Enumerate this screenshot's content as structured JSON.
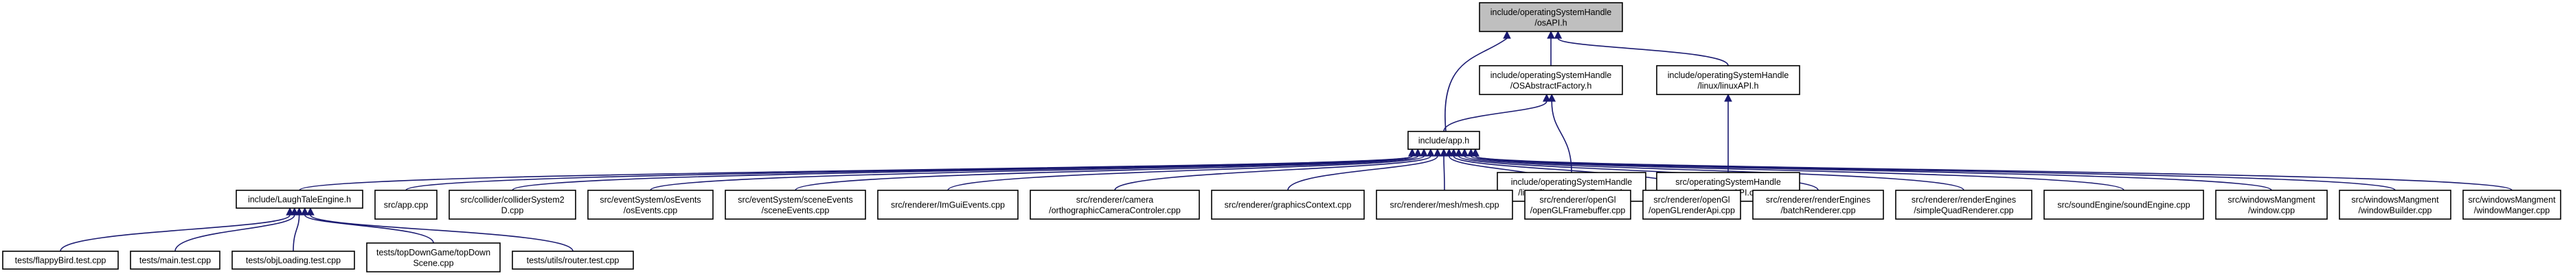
{
  "graph": {
    "edge_color": "#191970",
    "root_fill": "#bfbfbf",
    "node_fill": "#ffffff",
    "nodes": [
      {
        "id": "osapi",
        "lines": [
          "include/operatingSystemHandle",
          "/osAPI.h"
        ],
        "root": true
      },
      {
        "id": "osfactory",
        "lines": [
          "include/operatingSystemHandle",
          "/OSAbstractFactory.h"
        ]
      },
      {
        "id": "linuxapih",
        "lines": [
          "include/operatingSystemHandle",
          "/linux/linuxAPI.h"
        ]
      },
      {
        "id": "app",
        "lines": [
          "include/app.h"
        ]
      },
      {
        "id": "linuxfactory",
        "lines": [
          "include/operatingSystemHandle",
          "/linux/linuxAbstractFactory.h"
        ]
      },
      {
        "id": "linuxapicpp",
        "lines": [
          "src/operatingSystemHandle",
          "/linux/linuxAPI.cpp"
        ]
      },
      {
        "id": "laughtale",
        "lines": [
          "include/LaughTaleEngine.h"
        ]
      },
      {
        "id": "appcpp",
        "lines": [
          "src/app.cpp"
        ]
      },
      {
        "id": "collider",
        "lines": [
          "src/collider/colliderSystem2",
          "D.cpp"
        ]
      },
      {
        "id": "osevents",
        "lines": [
          "src/eventSystem/osEvents",
          "/osEvents.cpp"
        ]
      },
      {
        "id": "sceneevents",
        "lines": [
          "src/eventSystem/sceneEvents",
          "/sceneEvents.cpp"
        ]
      },
      {
        "id": "imgui",
        "lines": [
          "src/renderer/ImGuiEvents.cpp"
        ]
      },
      {
        "id": "camera",
        "lines": [
          "src/renderer/camera",
          "/orthographicCameraControler.cpp"
        ]
      },
      {
        "id": "graphics",
        "lines": [
          "src/renderer/graphicsContext.cpp"
        ]
      },
      {
        "id": "mesh",
        "lines": [
          "src/renderer/mesh/mesh.cpp"
        ]
      },
      {
        "id": "framebuffer",
        "lines": [
          "src/renderer/openGl",
          "/openGLFramebuffer.cpp"
        ]
      },
      {
        "id": "renderapi",
        "lines": [
          "src/renderer/openGl",
          "/openGLrenderApi.cpp"
        ]
      },
      {
        "id": "batch",
        "lines": [
          "src/renderer/renderEngines",
          "/batchRenderer.cpp"
        ]
      },
      {
        "id": "quad",
        "lines": [
          "src/renderer/renderEngines",
          "/simpleQuadRenderer.cpp"
        ]
      },
      {
        "id": "sound",
        "lines": [
          "src/soundEngine/soundEngine.cpp"
        ]
      },
      {
        "id": "window",
        "lines": [
          "src/windowsMangment",
          "/window.cpp"
        ]
      },
      {
        "id": "windowbuilder",
        "lines": [
          "src/windowsMangment",
          "/windowBuilder.cpp"
        ]
      },
      {
        "id": "windowmanger",
        "lines": [
          "src/windowsMangment",
          "/windowManger.cpp"
        ]
      },
      {
        "id": "flappy",
        "lines": [
          "tests/flappyBird.test.cpp"
        ]
      },
      {
        "id": "maintest",
        "lines": [
          "tests/main.test.cpp"
        ]
      },
      {
        "id": "objloading",
        "lines": [
          "tests/objLoading.test.cpp"
        ]
      },
      {
        "id": "topdown",
        "lines": [
          "tests/topDownGame/topDown",
          "Scene.cpp"
        ]
      },
      {
        "id": "router",
        "lines": [
          "tests/utils/router.test.cpp"
        ]
      }
    ],
    "edges": [
      {
        "from": "osfactory",
        "to": "osapi"
      },
      {
        "from": "linuxapih",
        "to": "osapi"
      },
      {
        "from": "app",
        "to": "osapi"
      },
      {
        "from": "app",
        "to": "osfactory"
      },
      {
        "from": "linuxfactory",
        "to": "osfactory"
      },
      {
        "from": "linuxapicpp",
        "to": "linuxapih"
      },
      {
        "from": "laughtale",
        "to": "app"
      },
      {
        "from": "appcpp",
        "to": "app"
      },
      {
        "from": "collider",
        "to": "app"
      },
      {
        "from": "osevents",
        "to": "app"
      },
      {
        "from": "sceneevents",
        "to": "app"
      },
      {
        "from": "imgui",
        "to": "app"
      },
      {
        "from": "camera",
        "to": "app"
      },
      {
        "from": "graphics",
        "to": "app"
      },
      {
        "from": "mesh",
        "to": "app"
      },
      {
        "from": "framebuffer",
        "to": "app"
      },
      {
        "from": "renderapi",
        "to": "app"
      },
      {
        "from": "batch",
        "to": "app"
      },
      {
        "from": "quad",
        "to": "app"
      },
      {
        "from": "sound",
        "to": "app"
      },
      {
        "from": "window",
        "to": "app"
      },
      {
        "from": "windowbuilder",
        "to": "app"
      },
      {
        "from": "windowmanger",
        "to": "app"
      },
      {
        "from": "flappy",
        "to": "laughtale"
      },
      {
        "from": "maintest",
        "to": "laughtale"
      },
      {
        "from": "objloading",
        "to": "laughtale"
      },
      {
        "from": "topdown",
        "to": "laughtale"
      },
      {
        "from": "router",
        "to": "laughtale"
      }
    ]
  }
}
